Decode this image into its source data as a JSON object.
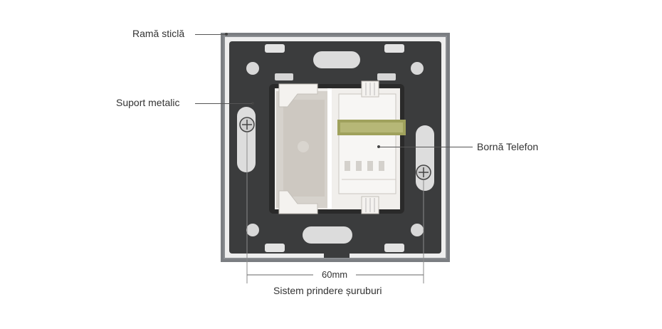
{
  "labels": {
    "frame": "Ramă sticlă",
    "support": "Suport metalic",
    "terminal": "Bornă Telefon",
    "distance": "60mm",
    "mounting": "Sistem prindere șuruburi"
  }
}
